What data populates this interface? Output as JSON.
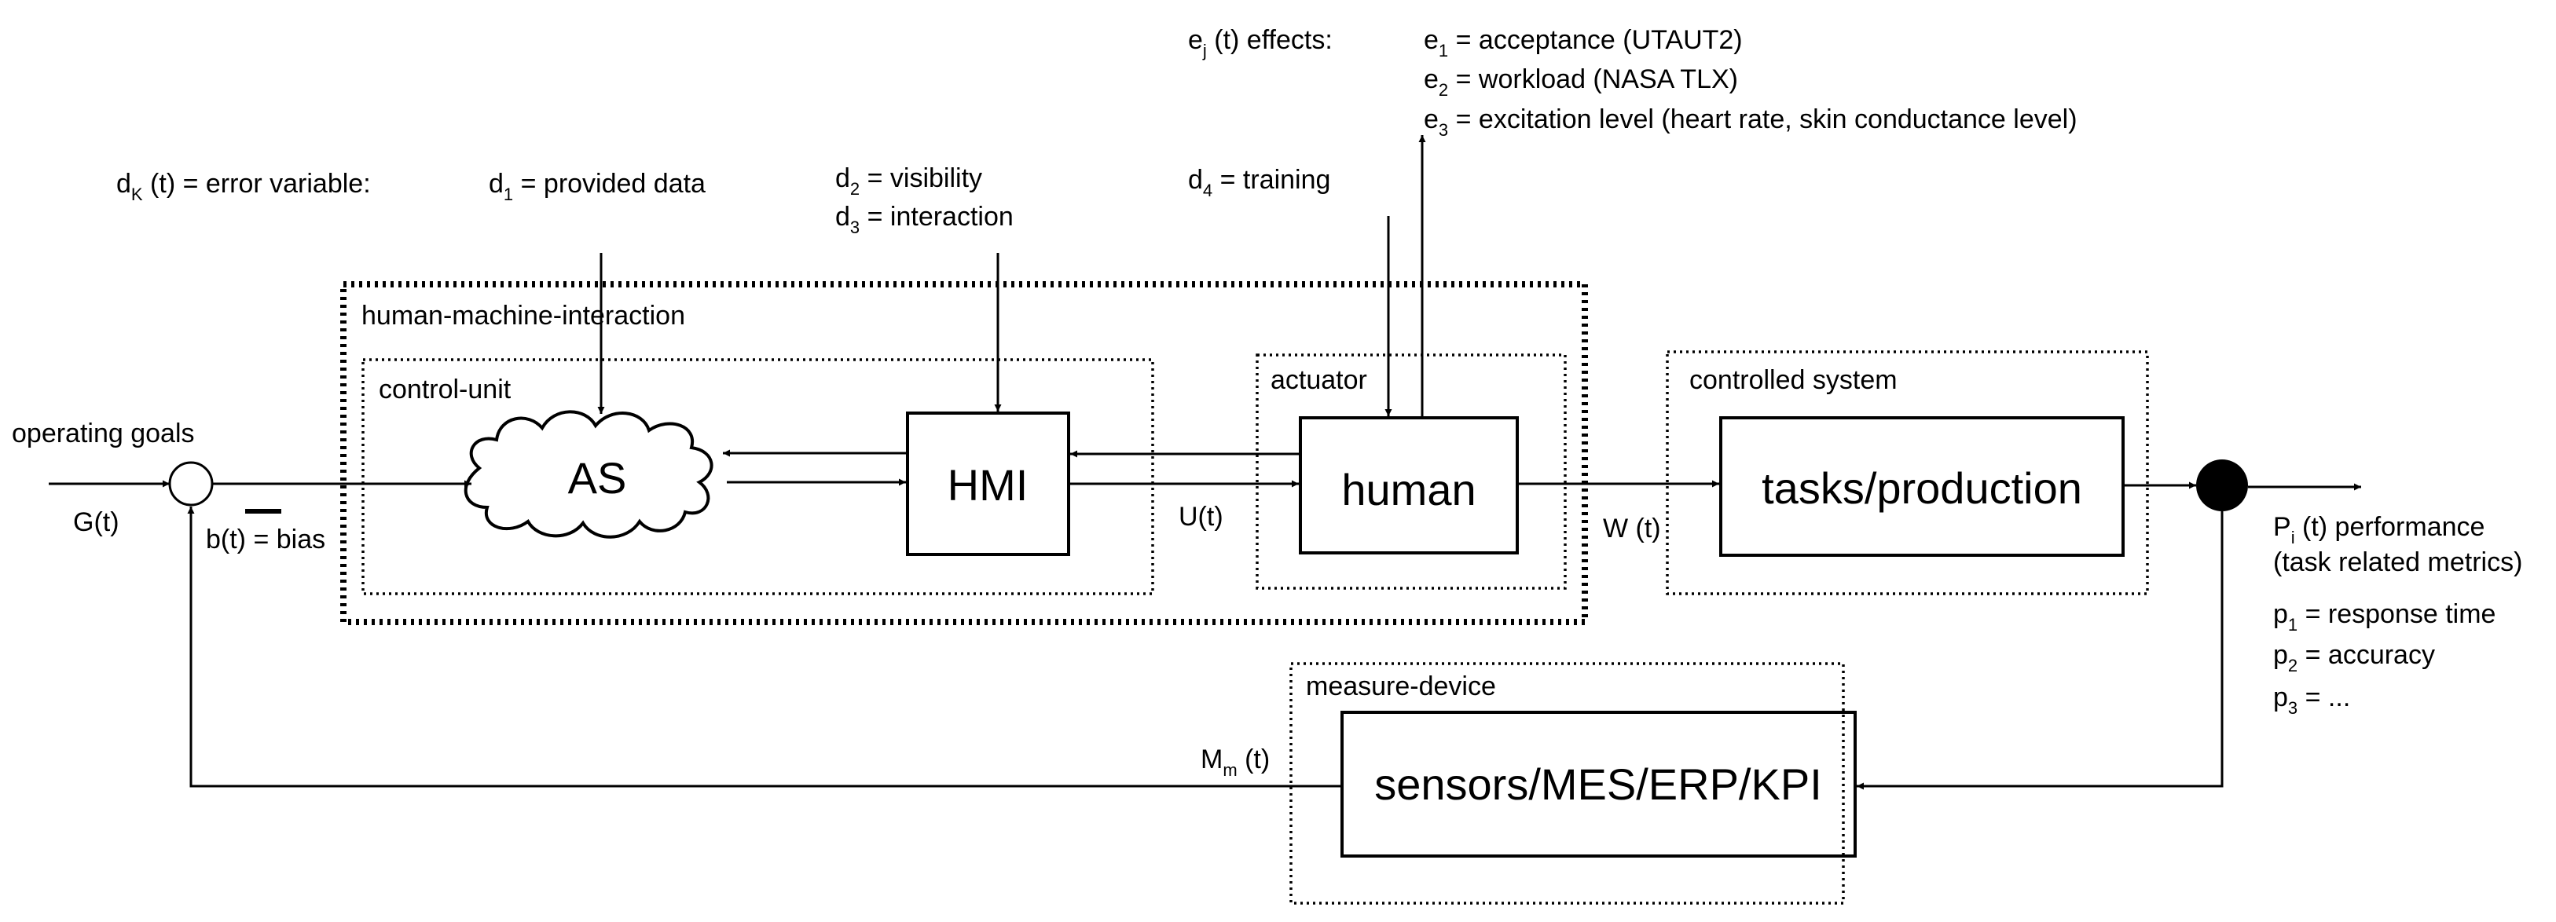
{
  "effects": {
    "heading": "e",
    "heading_sub": "j",
    "heading_rest": " (t) effects:",
    "items": [
      {
        "sym": "e",
        "sub": "1",
        "text": " = acceptance (UTAUT2)"
      },
      {
        "sym": "e",
        "sub": "2",
        "text": " = workload (NASA TLX)"
      },
      {
        "sym": "e",
        "sub": "3",
        "text": " = excitation level (heart rate, skin conductance level)"
      }
    ]
  },
  "errors": {
    "heading": "d",
    "heading_sub": "K",
    "heading_rest": " (t) = error variable:",
    "items": [
      {
        "sym": "d",
        "sub": "1",
        "text": " = provided data"
      },
      {
        "sym": "d",
        "sub": "2",
        "text": " = visibility"
      },
      {
        "sym": "d",
        "sub": "3",
        "text": " = interaction"
      },
      {
        "sym": "d",
        "sub": "4",
        "text": " = training"
      }
    ]
  },
  "groups": {
    "hmi_interaction": "human-machine-interaction",
    "control_unit": "control-unit",
    "actuator": "actuator",
    "controlled_system": "controlled system",
    "measure_device": "measure-device"
  },
  "blocks": {
    "as": "AS",
    "hmi": "HMI",
    "human": "human",
    "tasks": "tasks/production",
    "sensors": "sensors/MES/ERP/KPI"
  },
  "signals": {
    "operating_goals": "operating goals",
    "g": "G(t)",
    "bias": "b(t) = bias",
    "u": "U(t)",
    "w": "W (t)",
    "m": "M",
    "m_sub": "m",
    "m_rest": " (t)"
  },
  "performance": {
    "sym": "P",
    "sub": "i",
    "rest": " (t) performance",
    "line2": "(task related metrics)",
    "items": [
      {
        "sym": "p",
        "sub": "1",
        "text": " = response time"
      },
      {
        "sym": "p",
        "sub": "2",
        "text": " = accuracy"
      },
      {
        "sym": "p",
        "sub": "3",
        "text": " = ..."
      }
    ]
  }
}
